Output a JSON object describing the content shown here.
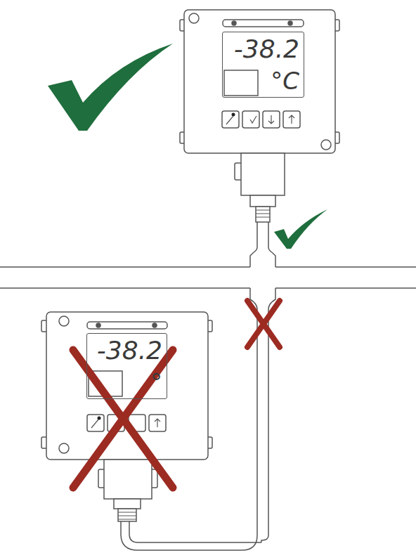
{
  "diagram": {
    "nodes": [
      {
        "text": [
          "-38.2",
          "°C"
        ]
      },
      {
        "text": [
          "-38.2",
          "°"
        ]
      }
    ]
  }
}
